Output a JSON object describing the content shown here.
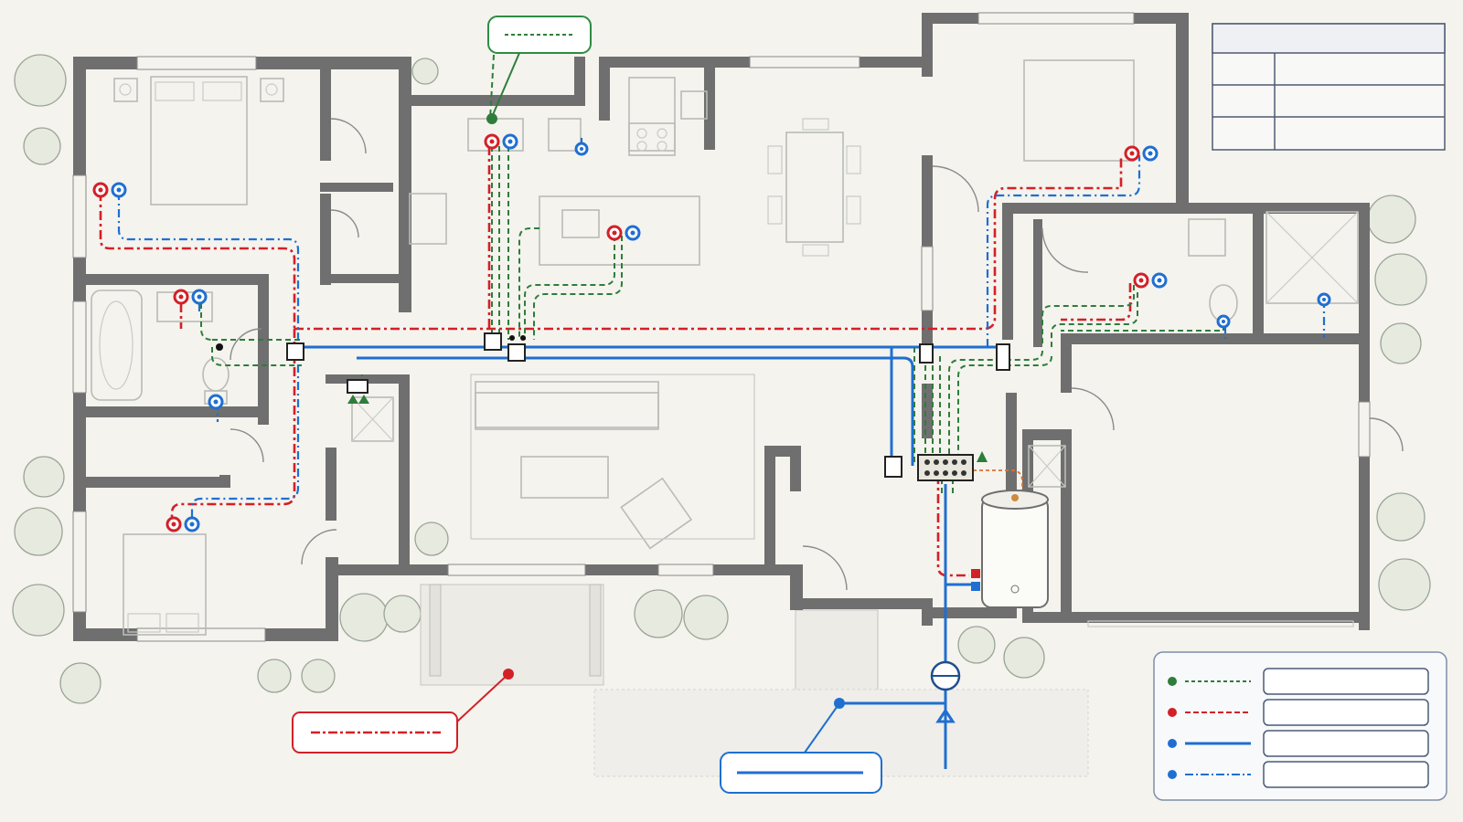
{
  "colors": {
    "wall": "#6f6f6f",
    "hot_water": "#d32027",
    "cold_supply": "#1f6fd1",
    "cold_branch": "#1f6fd1",
    "drain_vent": "#2e7d3a",
    "hot_feed": "#e0702d",
    "background": "#f4f3ee",
    "callout_border_green": "#2e8b44",
    "callout_border_red": "#d32027",
    "callout_border_blue": "#1f6fd1"
  },
  "icons": {
    "hot_fixture": "hot-water-fixture-icon",
    "cold_fixture": "cold-water-fixture-icon",
    "water_meter": "water-meter-icon",
    "water_heater": "water-heater-icon",
    "manifold": "manifold-icon",
    "inflow_arrow": "arrow-up-icon",
    "tree": "shrub-icon",
    "junction": "junction-box-icon"
  },
  "callouts": {
    "drain": {
      "label": "",
      "line_style": "dashed-green"
    },
    "hot": {
      "label": "",
      "line_style": "dash-dot-red"
    },
    "supply": {
      "label": "",
      "line_style": "solid-blue"
    }
  },
  "legend": {
    "items": [
      {
        "line_style": "drain-vent",
        "label": ""
      },
      {
        "line_style": "hot-water",
        "label": ""
      },
      {
        "line_style": "main-supply",
        "label": ""
      },
      {
        "line_style": "cold-branch",
        "label": ""
      }
    ]
  },
  "title_block": {
    "rows": [
      [
        "",
        ""
      ],
      [
        "",
        ""
      ],
      [
        "",
        ""
      ],
      [
        "",
        ""
      ]
    ]
  }
}
